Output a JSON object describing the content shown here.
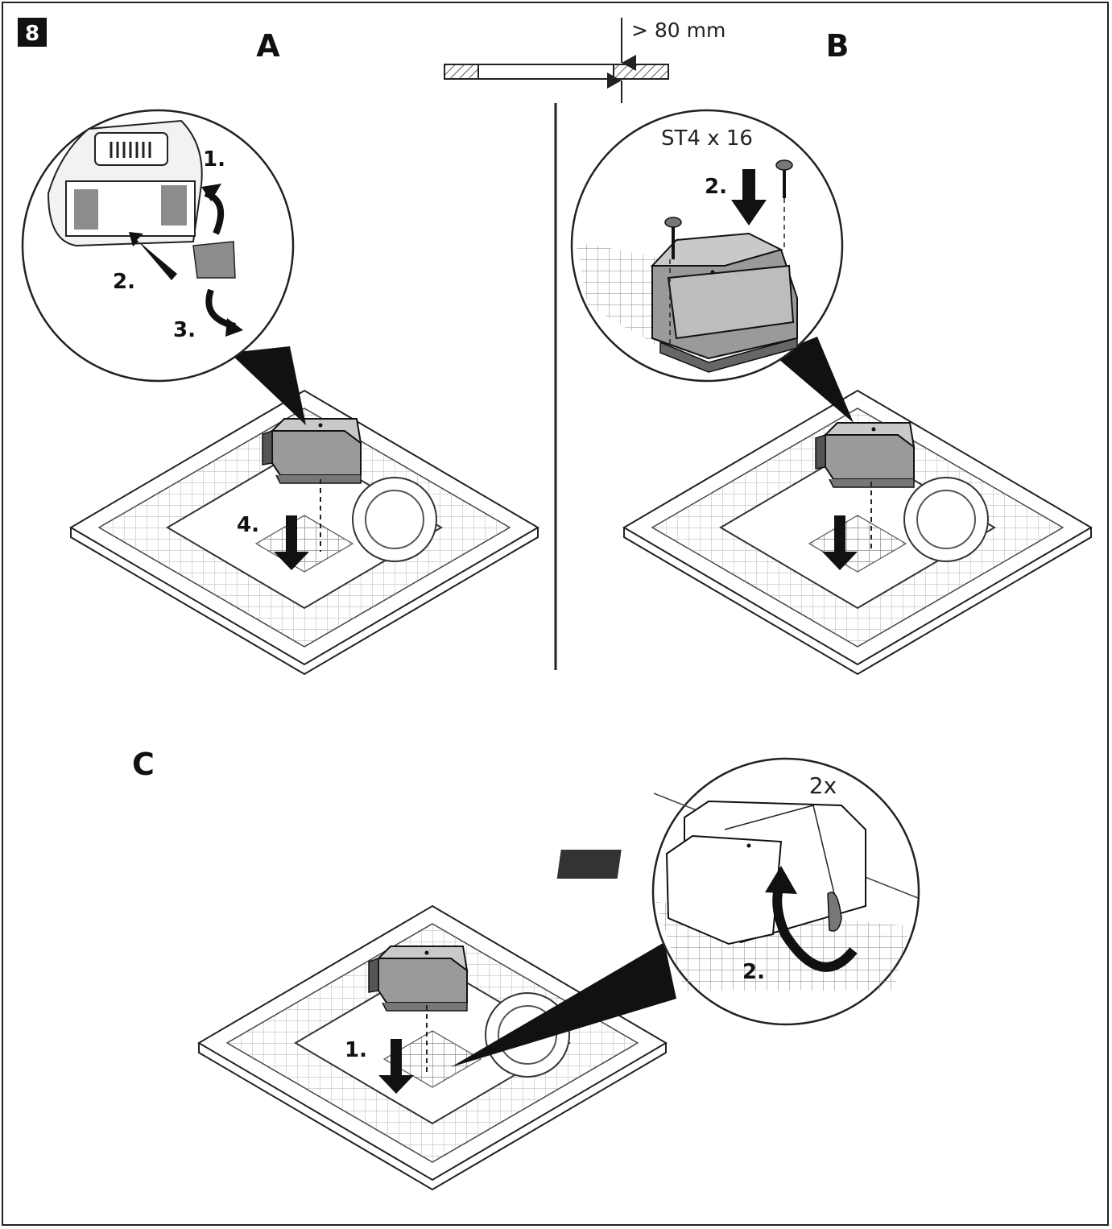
{
  "figure": {
    "number": "8"
  },
  "dimension": {
    "label": "> 80 mm"
  },
  "panels": {
    "a": {
      "label": "A",
      "steps": [
        "1.",
        "2.",
        "3.",
        "4."
      ]
    },
    "b": {
      "label": "B",
      "screw_spec": "ST4 x 16",
      "steps": [
        "2."
      ]
    },
    "c": {
      "label": "C",
      "quantity": "2x",
      "steps": [
        "1.",
        "2."
      ]
    }
  },
  "colors": {
    "line": "#222222",
    "device_fill": "#9a9a9a",
    "device_top": "#c9c9c9",
    "grid": "#8a8a8a",
    "tape": "#8c8c8c"
  }
}
